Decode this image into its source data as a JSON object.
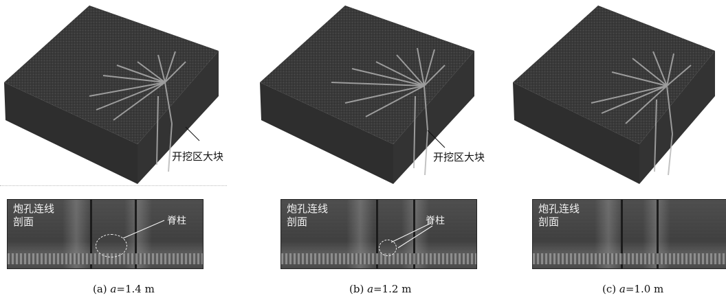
{
  "panels": [
    {
      "section_label": "炮孔连线\n剖面",
      "spine_label": "脊柱",
      "block_label": "开挖区大块",
      "caption_prefix": "(a) ",
      "caption_var": "a",
      "caption_value": "=1.4 m"
    },
    {
      "section_label": "炮孔连线\n剖面",
      "spine_label": "脊柱",
      "block_label": "开挖区大块",
      "caption_prefix": "(b) ",
      "caption_var": "a",
      "caption_value": "=1.2 m"
    },
    {
      "section_label": "炮孔连线\n剖面",
      "caption_prefix": "(c) ",
      "caption_var": "a",
      "caption_value": "=1.0 m"
    }
  ]
}
